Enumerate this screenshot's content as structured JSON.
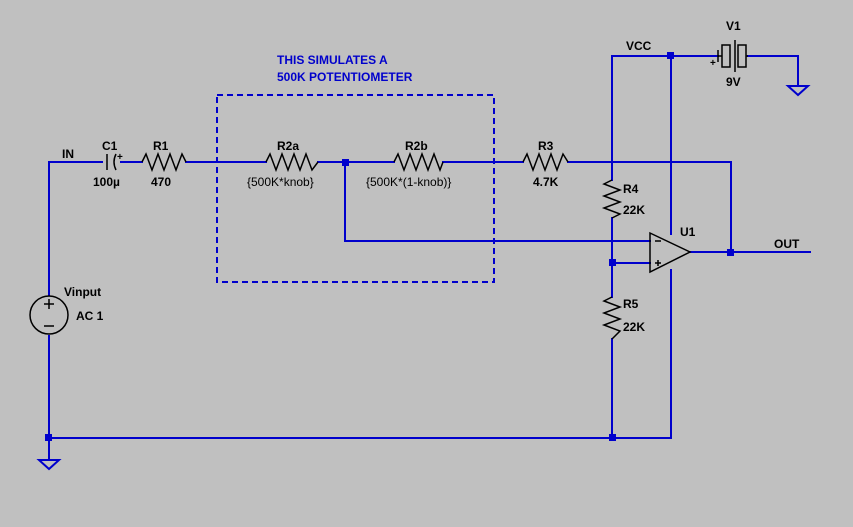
{
  "colors": {
    "background": "#c0c0c0",
    "wire": "#0000cc",
    "text": "#000000",
    "note": "#0000cc"
  },
  "note": {
    "line1": "THIS SIMULATES A",
    "line2": "500K POTENTIOMETER"
  },
  "nets": {
    "in": "IN",
    "out": "OUT",
    "vcc": "VCC"
  },
  "components": {
    "c1": {
      "name": "C1",
      "value": "100µ",
      "symbol": "capacitor-icon"
    },
    "r1": {
      "name": "R1",
      "value": "470",
      "symbol": "resistor-icon"
    },
    "r2a": {
      "name": "R2a",
      "value": "{500K*knob}",
      "symbol": "resistor-icon"
    },
    "r2b": {
      "name": "R2b",
      "value": "{500K*(1-knob)}",
      "symbol": "resistor-icon"
    },
    "r3": {
      "name": "R3",
      "value": "4.7K",
      "symbol": "resistor-icon"
    },
    "r4": {
      "name": "R4",
      "value": "22K",
      "symbol": "resistor-icon"
    },
    "r5": {
      "name": "R5",
      "value": "22K",
      "symbol": "resistor-icon"
    },
    "u1": {
      "name": "U1",
      "symbol": "opamp-icon"
    },
    "v1": {
      "name": "V1",
      "value": "9V",
      "symbol": "battery-icon"
    },
    "vinput": {
      "name": "Vinput",
      "value": "AC 1",
      "symbol": "voltage-source-icon"
    }
  }
}
